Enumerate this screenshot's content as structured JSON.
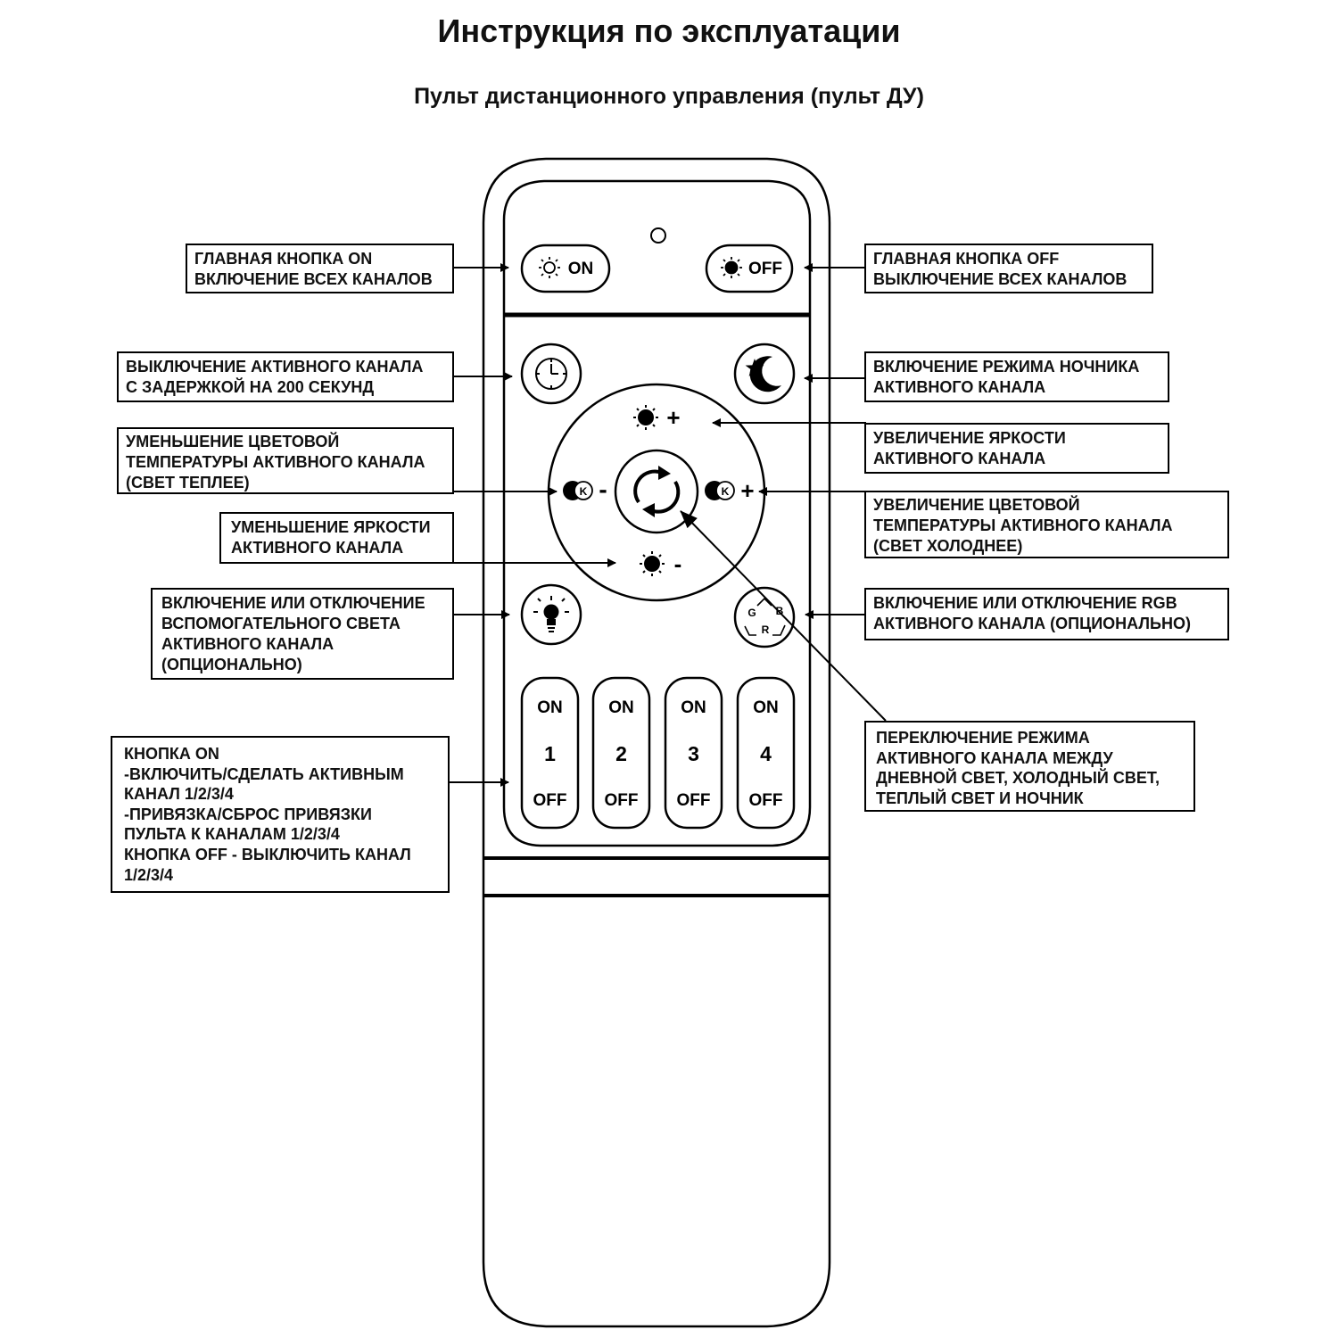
{
  "header": {
    "title": "Инструкция по эксплуатации",
    "subtitle": "Пульт дистанционного управления (пульт ДУ)"
  },
  "remote": {
    "on_button_label": "ON",
    "off_button_label": "OFF",
    "brightness_plus": "+",
    "brightness_minus": "-",
    "temp_minus": "-",
    "temp_plus": "+",
    "kelvin_glyph": "K",
    "rgb_letters": [
      "G",
      "B",
      "R"
    ],
    "channels": [
      {
        "on": "ON",
        "number": "1",
        "off": "OFF"
      },
      {
        "on": "ON",
        "number": "2",
        "off": "OFF"
      },
      {
        "on": "ON",
        "number": "3",
        "off": "OFF"
      },
      {
        "on": "ON",
        "number": "4",
        "off": "OFF"
      }
    ]
  },
  "callouts": {
    "main_on": [
      "ГЛАВНАЯ КНОПКА ON",
      "ВКЛЮЧЕНИЕ ВСЕХ КАНАЛОВ"
    ],
    "main_off": [
      "ГЛАВНАЯ КНОПКА OFF",
      "ВЫКЛЮЧЕНИЕ ВСЕХ КАНАЛОВ"
    ],
    "timer": [
      "ВЫКЛЮЧЕНИЕ АКТИВНОГО КАНАЛА",
      "С ЗАДЕРЖКОЙ НА 200 СЕКУНД"
    ],
    "night": [
      "ВКЛЮЧЕНИЕ РЕЖИМА НОЧНИКА",
      "АКТИВНОГО КАНАЛА"
    ],
    "temp_down": [
      "УМЕНЬШЕНИЕ ЦВЕТОВОЙ",
      "ТЕМПЕРАТУРЫ АКТИВНОГО КАНАЛА",
      "(СВЕТ ТЕПЛЕЕ)"
    ],
    "bright_up": [
      "УВЕЛИЧЕНИЕ ЯРКОСТИ",
      "АКТИВНОГО КАНАЛА"
    ],
    "temp_up": [
      "УВЕЛИЧЕНИЕ ЦВЕТОВОЙ",
      "ТЕМПЕРАТУРЫ АКТИВНОГО КАНАЛА",
      "(СВЕТ ХОЛОДНЕЕ)"
    ],
    "bright_down": [
      "УМЕНЬШЕНИЕ ЯРКОСТИ",
      "АКТИВНОГО КАНАЛА"
    ],
    "aux_light": [
      "ВКЛЮЧЕНИЕ ИЛИ ОТКЛЮЧЕНИЕ",
      "ВСПОМОГАТЕЛЬНОГО СВЕТА",
      "АКТИВНОГО КАНАЛА",
      "(ОПЦИОНАЛЬНО)"
    ],
    "rgb": [
      "ВКЛЮЧЕНИЕ ИЛИ ОТКЛЮЧЕНИЕ RGB",
      "АКТИВНОГО КАНАЛА (ОПЦИОНАЛЬНО)"
    ],
    "channel_buttons": [
      "КНОПКА ON",
      "-ВКЛЮЧИТЬ/СДЕЛАТЬ АКТИВНЫМ",
      "КАНАЛ 1/2/3/4",
      "-ПРИВЯЗКА/СБРОС ПРИВЯЗКИ",
      "ПУЛЬТА К КАНАЛАМ 1/2/3/4",
      "КНОПКА OFF - ВЫКЛЮЧИТЬ КАНАЛ",
      "1/2/3/4"
    ],
    "mode_switch": [
      "ПЕРЕКЛЮЧЕНИЕ РЕЖИМА",
      "АКТИВНОГО КАНАЛА МЕЖДУ",
      "ДНЕВНОЙ СВЕТ, ХОЛОДНЫЙ СВЕТ,",
      "ТЕПЛЫЙ СВЕТ И НОЧНИК"
    ]
  }
}
